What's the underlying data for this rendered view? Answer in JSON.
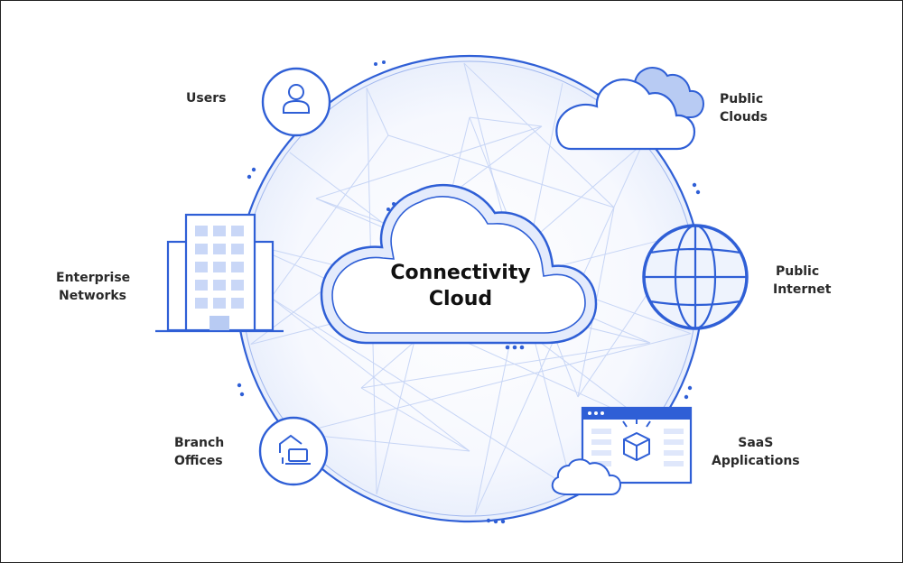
{
  "center": {
    "line1": "Connectivity",
    "line2": "Cloud"
  },
  "nodes": {
    "users": {
      "label": "Users",
      "icon": "user-icon"
    },
    "public_clouds": {
      "line1": "Public",
      "line2": "Clouds",
      "icon": "cloud-icon"
    },
    "enterprise_networks": {
      "line1": "Enterprise",
      "line2": "Networks",
      "icon": "office-building-icon"
    },
    "public_internet": {
      "line1": "Public",
      "line2": "Internet",
      "icon": "globe-icon"
    },
    "branch_offices": {
      "line1": "Branch",
      "line2": "Offices",
      "icon": "house-laptop-icon"
    },
    "saas_applications": {
      "line1": "SaaS",
      "line2": "Applications",
      "icon": "app-window-box-icon"
    }
  },
  "colors": {
    "primary": "#2f5fd6",
    "light": "#dfe7fb",
    "mesh": "#c7d5f5",
    "text": "#2a2a2a"
  }
}
